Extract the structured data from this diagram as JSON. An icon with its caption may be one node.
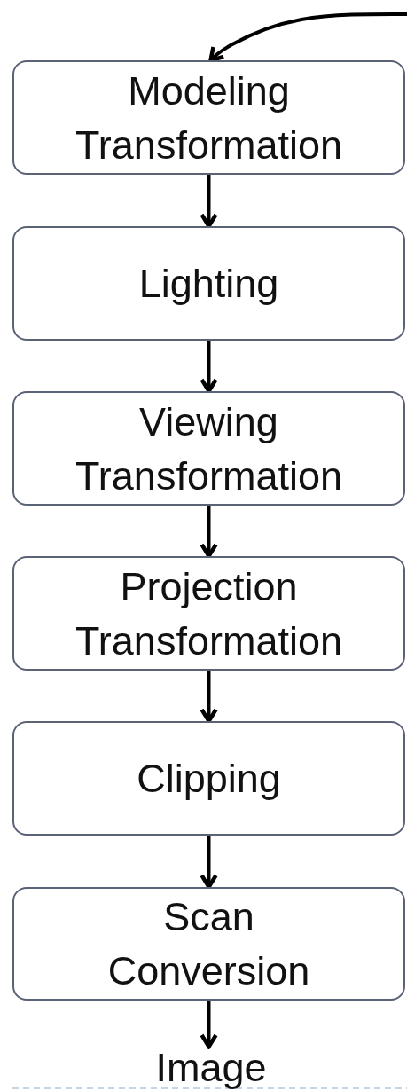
{
  "diagram": {
    "nodes": [
      {
        "text": [
          "Modeling Transformation"
        ]
      },
      {
        "text": [
          "Lighting"
        ]
      },
      {
        "text": [
          "Viewing Transformation"
        ]
      },
      {
        "text": [
          "Projection Transformation"
        ]
      },
      {
        "text": [
          "Clipping"
        ]
      },
      {
        "text": [
          "Scan Conversion"
        ]
      },
      {
        "text": [
          "Image"
        ]
      }
    ],
    "edges": [
      {
        "from": null,
        "to": 0,
        "arrow": "to"
      },
      {
        "from": 0,
        "to": 1,
        "arrow": "to"
      },
      {
        "from": 1,
        "to": 2,
        "arrow": "to"
      },
      {
        "from": 2,
        "to": 3,
        "arrow": "to"
      },
      {
        "from": 3,
        "to": 4,
        "arrow": "to"
      },
      {
        "from": 4,
        "to": 5,
        "arrow": "to"
      },
      {
        "from": 5,
        "to": 6,
        "arrow": "to"
      }
    ]
  }
}
